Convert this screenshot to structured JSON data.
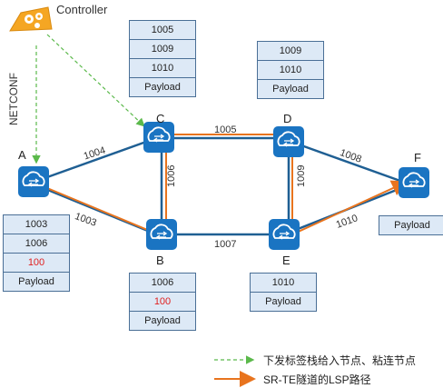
{
  "controller": {
    "label": "Controller",
    "protocol": "NETCONF"
  },
  "nodes": {
    "A": "A",
    "B": "B",
    "C": "C",
    "D": "D",
    "E": "E",
    "F": "F"
  },
  "links": {
    "a_c": "1004",
    "a_b": "1003",
    "c_b": "1006",
    "c_d": "1005",
    "d_e": "1009",
    "b_e": "1007",
    "d_f": "1008",
    "e_f": "1010"
  },
  "stacks": {
    "c_top": [
      "1005",
      "1009",
      "1010",
      "Payload"
    ],
    "d_top": [
      "1009",
      "1010",
      "Payload"
    ],
    "a": [
      "1003",
      "1006",
      "100",
      "Payload"
    ],
    "b": [
      "1006",
      "100",
      "Payload"
    ],
    "e": [
      "1010",
      "Payload"
    ],
    "f": [
      "Payload"
    ]
  },
  "legend": {
    "green": "下发标签栈给入节点、粘连节点",
    "orange": "SR-TE隧道的LSP路径"
  },
  "colors": {
    "link": "#1f5f93",
    "path": "#e8741e",
    "netconf": "#5bb94b",
    "stack_fill": "#dde9f6",
    "router": "#1a74c2",
    "highlight_text": "#e02020"
  }
}
